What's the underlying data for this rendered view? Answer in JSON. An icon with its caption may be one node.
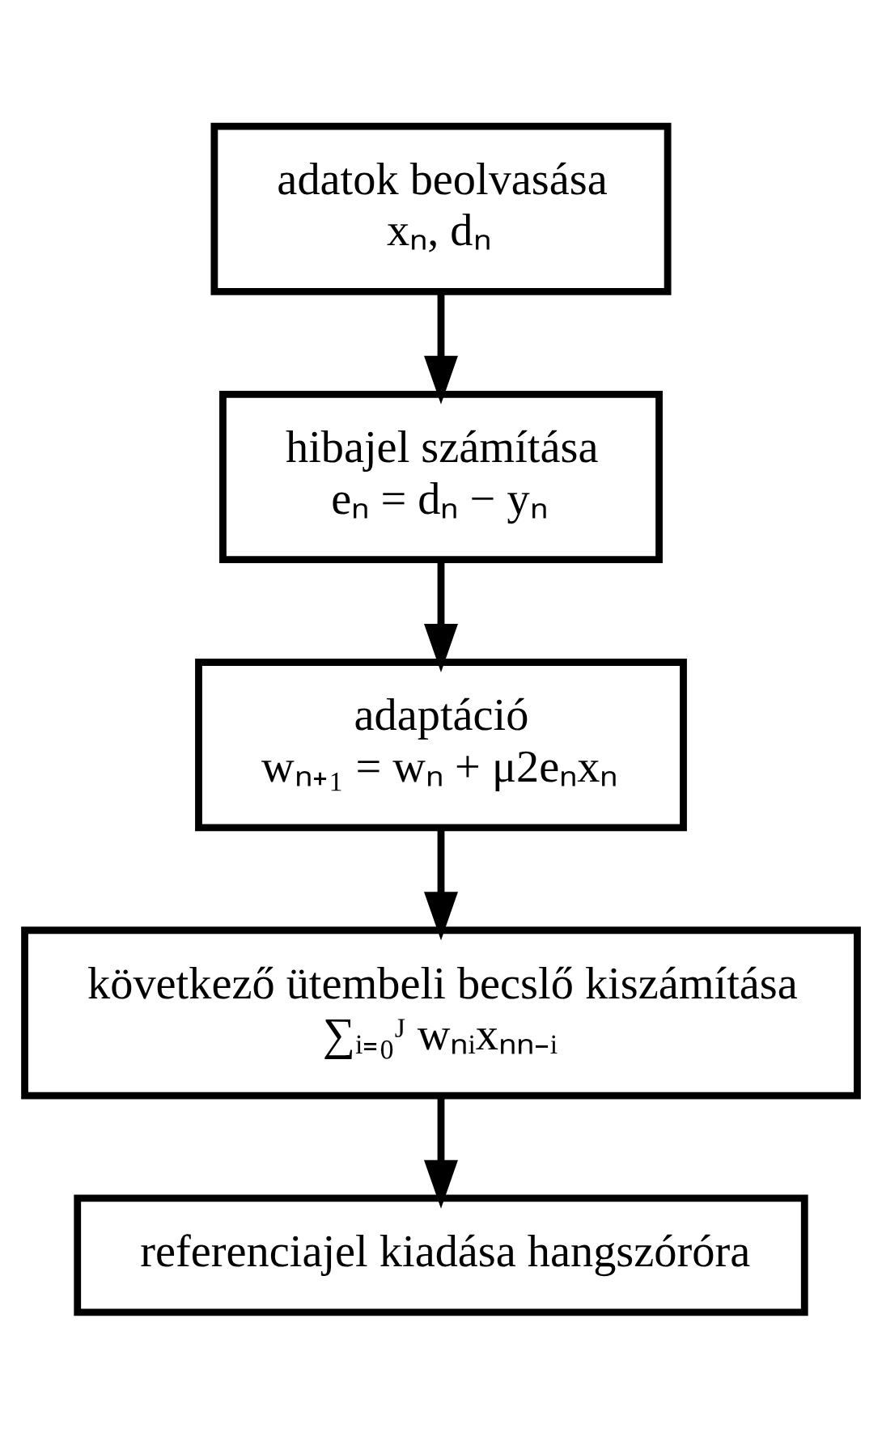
{
  "diagram": {
    "nodes": [
      {
        "text": [
          "adatok beolvasása",
          "xₙ, dₙ"
        ]
      },
      {
        "text": [
          "hibajel számítása",
          "eₙ = dₙ − yₙ"
        ]
      },
      {
        "text": [
          "adaptáció",
          "wₙ₊₁ = wₙ + μ2eₙxₙ"
        ]
      },
      {
        "text": [
          "következő ütembeli becslő kiszámítása",
          "∑ᵢ₌₀ᴶ wₙᵢxₙₙ₋ᵢ"
        ]
      },
      {
        "text": [
          "referenciajel kiadása hangszóróra"
        ]
      }
    ],
    "edges": [
      {
        "from": 0,
        "to": 1,
        "arrow": "to"
      },
      {
        "from": 1,
        "to": 2,
        "arrow": "to"
      },
      {
        "from": 2,
        "to": 3,
        "arrow": "to"
      },
      {
        "from": 3,
        "to": 4,
        "arrow": "to"
      }
    ]
  }
}
